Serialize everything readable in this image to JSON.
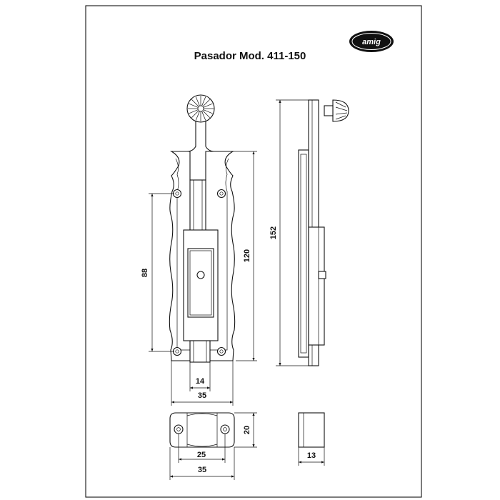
{
  "title": "Pasador Mod. 411-150",
  "brand": {
    "text": "amig",
    "shape": "ellipse-logo"
  },
  "dimensions": {
    "d152": "152",
    "d120": "120",
    "d88": "88",
    "d14": "14",
    "d35_top": "35",
    "d20": "20",
    "d25": "25",
    "d35_bottom": "35",
    "d13": "13"
  },
  "colors": {
    "line": "#111111",
    "fill": "#e6e6e6",
    "background": "#ffffff"
  }
}
